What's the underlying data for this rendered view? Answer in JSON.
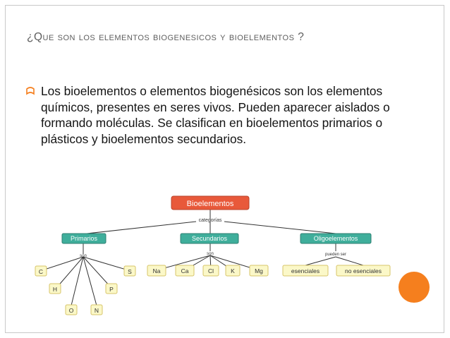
{
  "slide": {
    "title": "¿Que son los elementos biogenesicos y bioelementos ?",
    "body": "Los bioelementos o elementos biogenésicos son los elementos químicos, presentes en seres vivos. Pueden aparecer aislados o formando moléculas. Se clasifican en bioelementos primarios o plásticos y bioelementos secundarios.",
    "bullet_icon": "curved-arrow-bullet-icon",
    "accent_color": "#f57f1e"
  },
  "concept_map": {
    "root": "Bioelementos",
    "root_link": "categorías",
    "categories": [
      "Primarios",
      "Secundarios",
      "Oligoelementos"
    ],
    "primarios_link": "son",
    "primarios": [
      "C",
      "H",
      "O",
      "N",
      "P",
      "S"
    ],
    "secundarios_link": "son",
    "secundarios": [
      "Na",
      "Ca",
      "Cl",
      "K",
      "Mg"
    ],
    "oligo_link": "pueden ser",
    "oligo": [
      "esenciales",
      "no esenciales"
    ],
    "colors": {
      "root_fill": "#e8593a",
      "category_fill": "#3fae9b",
      "leaf_fill": "#fbf8c8",
      "leaf_border": "#d7c56a"
    }
  }
}
